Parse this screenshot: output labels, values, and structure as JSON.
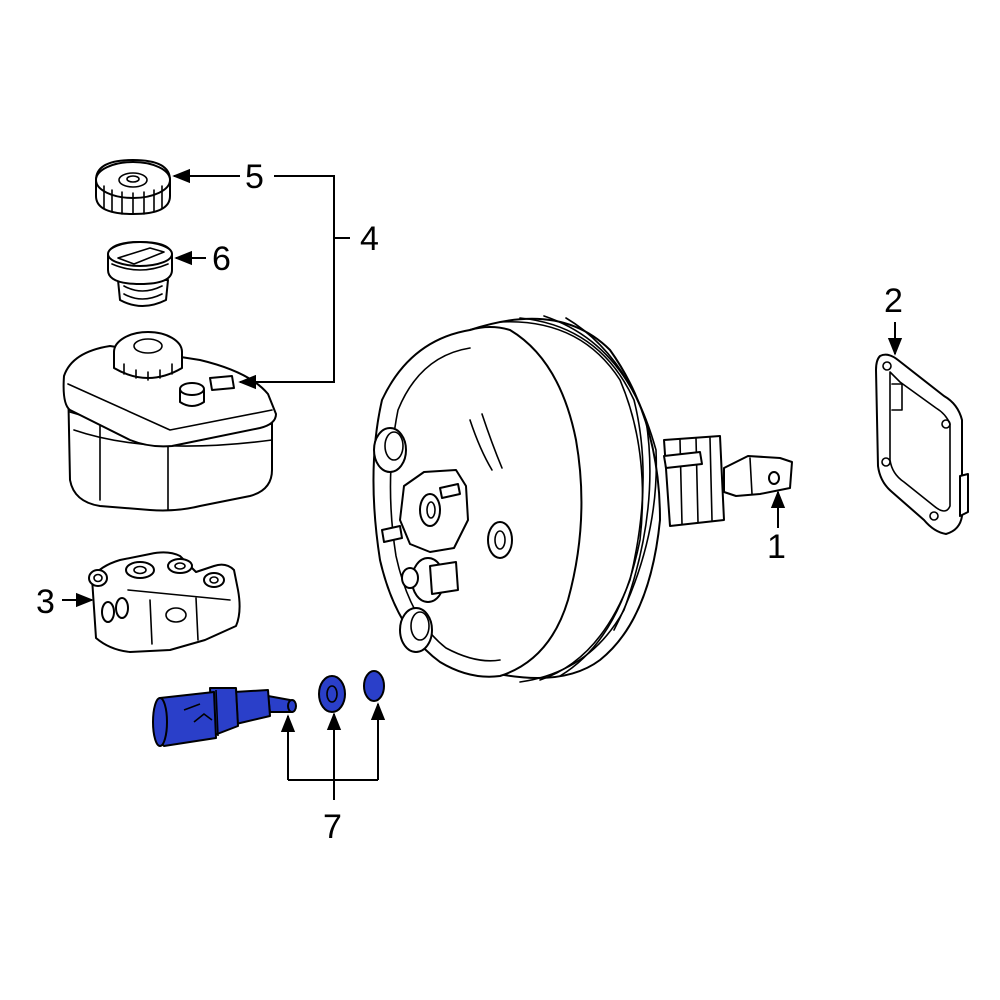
{
  "callouts": {
    "c1": "1",
    "c2": "2",
    "c3": "3",
    "c4": "4",
    "c5": "5",
    "c6": "6",
    "c7": "7"
  },
  "colors": {
    "highlight": "#2a3fc9",
    "outline": "#000000",
    "background": "#ffffff"
  }
}
